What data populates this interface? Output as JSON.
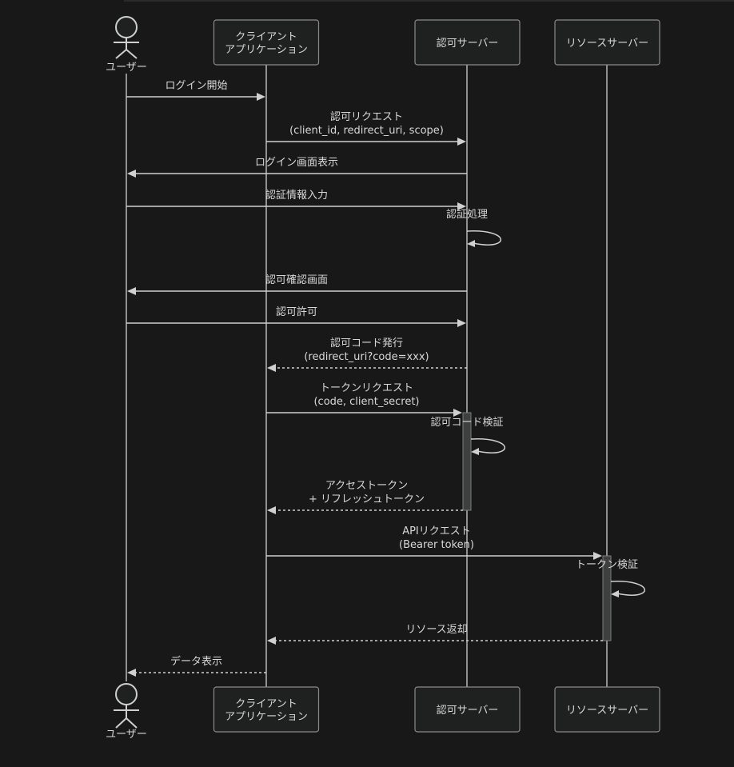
{
  "participants": [
    {
      "id": "user",
      "type": "actor",
      "label_lines": [
        "ユーザー"
      ]
    },
    {
      "id": "client",
      "type": "participant",
      "label_lines": [
        "クライアント",
        "アプリケーション"
      ]
    },
    {
      "id": "auth",
      "type": "participant",
      "label_lines": [
        "認可サーバー"
      ]
    },
    {
      "id": "resource",
      "type": "participant",
      "label_lines": [
        "リソースサーバー"
      ]
    }
  ],
  "messages": [
    {
      "from": "user",
      "to": "client",
      "style": "solid",
      "lines": [
        "ログイン開始"
      ]
    },
    {
      "from": "client",
      "to": "auth",
      "style": "solid",
      "lines": [
        "認可リクエスト",
        "(client_id, redirect_uri, scope)"
      ]
    },
    {
      "from": "auth",
      "to": "user",
      "style": "solid",
      "lines": [
        "ログイン画面表示"
      ]
    },
    {
      "from": "user",
      "to": "auth",
      "style": "solid",
      "lines": [
        "認証情報入力"
      ]
    },
    {
      "from": "auth",
      "to": "auth",
      "style": "self",
      "lines": [
        "認証処理"
      ]
    },
    {
      "from": "auth",
      "to": "user",
      "style": "solid",
      "lines": [
        "認可確認画面"
      ]
    },
    {
      "from": "user",
      "to": "auth",
      "style": "solid",
      "lines": [
        "認可許可"
      ]
    },
    {
      "from": "auth",
      "to": "client",
      "style": "dashed",
      "lines": [
        "認可コード発行",
        "(redirect_uri?code=xxx)"
      ]
    },
    {
      "from": "client",
      "to": "auth",
      "style": "solid",
      "lines": [
        "トークンリクエスト",
        "(code, client_secret)"
      ]
    },
    {
      "from": "auth",
      "to": "auth",
      "style": "self",
      "lines": [
        "認可コード検証"
      ]
    },
    {
      "from": "auth",
      "to": "client",
      "style": "dashed",
      "lines": [
        "アクセストークン",
        "+ リフレッシュトークン"
      ]
    },
    {
      "from": "client",
      "to": "resource",
      "style": "solid",
      "lines": [
        "APIリクエスト",
        "(Bearer token)"
      ]
    },
    {
      "from": "resource",
      "to": "resource",
      "style": "self",
      "lines": [
        "トークン検証"
      ]
    },
    {
      "from": "resource",
      "to": "client",
      "style": "dashed",
      "lines": [
        "リソース返却"
      ]
    },
    {
      "from": "client",
      "to": "user",
      "style": "dashed",
      "lines": [
        "データ表示"
      ]
    }
  ],
  "activations": [
    {
      "participant": "auth",
      "from_message": 8,
      "to_message": 10
    },
    {
      "participant": "resource",
      "from_message": 11,
      "to_message": 13
    }
  ],
  "colors": {
    "background": "#181818",
    "box_fill": "#1f2020",
    "line": "#cfcfcf",
    "activation": "#3e403f"
  }
}
